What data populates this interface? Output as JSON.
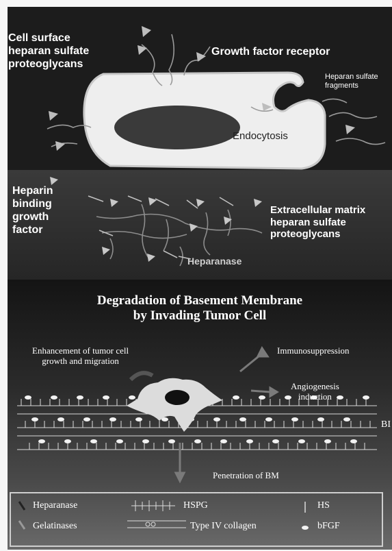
{
  "top_panel": {
    "label_cell_surface": "Cell surface\nheparan sulfate\nproteoglycans",
    "label_growth_factor_receptor": "Growth factor receptor",
    "label_fragments": "Heparan sulfate\nfragments",
    "label_endocytosis": "Endocytosis"
  },
  "middle_panel": {
    "label_heparin_binding": "Heparin\nbinding\ngrowth\nfactor",
    "label_ecm_hspg": "Extracellular matrix\nheparan sulfate\nproteoglycans",
    "label_heparanase": "Heparanase"
  },
  "bottom_panel": {
    "title": "Degradation of Basement Membrane\nby Invading Tumor Cell",
    "label_enhancement": "Enhancement of tumor cell\ngrowth and migration",
    "label_immunosuppression": "Immunosuppression",
    "label_angiogenesis": "Angiogenesis\ninduction",
    "label_bm_side": "BI",
    "label_penetration": "Penetration of BM"
  },
  "legend": {
    "heparanase": "Heparanase",
    "gelatinases": "Gelatinases",
    "hspg": "HSPG",
    "collagen": "Type IV collagen",
    "hs": "HS",
    "bfgf": "bFGF"
  }
}
